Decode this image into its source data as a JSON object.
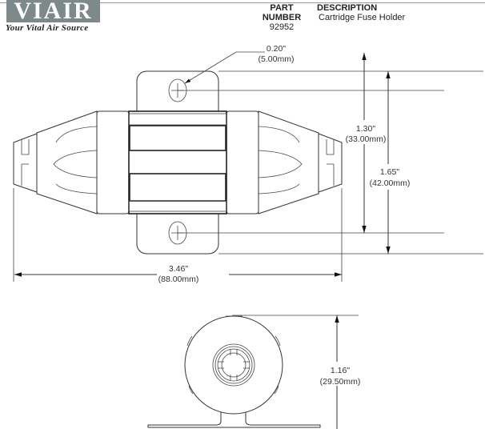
{
  "header": {
    "logo_text": "VIAIR",
    "tagline": "Your Vital Air Source",
    "part_number_label": "PART NUMBER",
    "part_number": "92952",
    "description_label": "DESCRIPTION",
    "description": "Cartridge Fuse Holder"
  },
  "dimensions": {
    "hole_in": "0.20\"",
    "hole_mm": "(5.00mm)",
    "hole_spacing_in": "1.30\"",
    "hole_spacing_mm": "(33.00mm)",
    "plate_height_in": "1.65\"",
    "plate_height_mm": "(42.00mm)",
    "overall_length_in": "3.46\"",
    "overall_length_mm": "(88.00mm)",
    "height_in": "1.16\"",
    "height_mm": "(29.50mm)"
  }
}
